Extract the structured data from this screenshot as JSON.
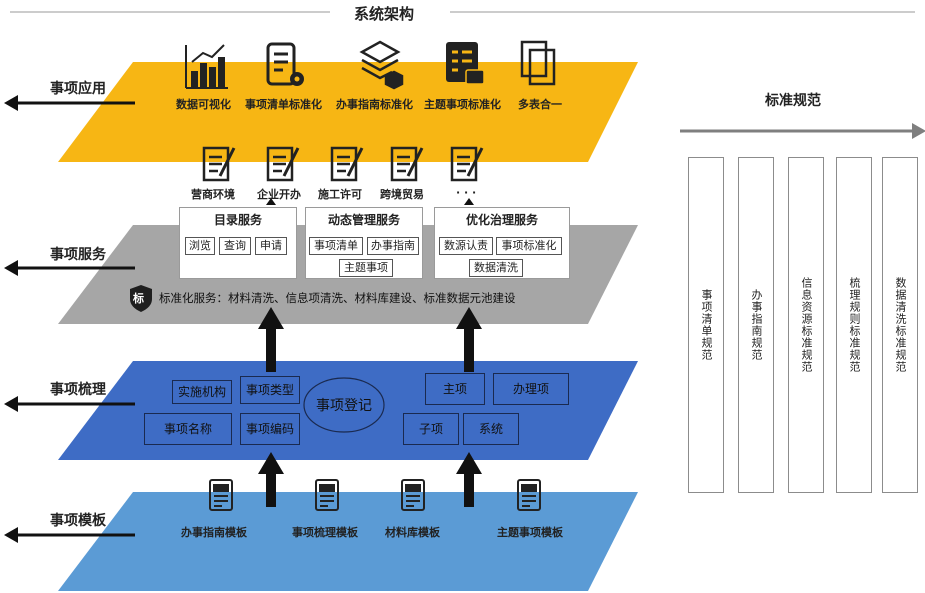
{
  "title": "系统架构",
  "layers": {
    "app": {
      "label": "事项应用",
      "items": [
        "数据可视化",
        "事项清单标准化",
        "办事指南标准化",
        "主题事项标准化",
        "多表合一"
      ],
      "docs": [
        "营商环境",
        "企业开办",
        "施工许可",
        "跨境贸易",
        "· · ·"
      ]
    },
    "service": {
      "label": "事项服务",
      "groups": [
        {
          "title": "目录服务",
          "tags": [
            "浏览",
            "查询",
            "申请"
          ]
        },
        {
          "title": "动态管理服务",
          "tags": [
            "事项清单",
            "办事指南",
            "主题事项"
          ]
        },
        {
          "title": "优化治理服务",
          "tags": [
            "数源认责",
            "事项标准化",
            "数据清洗"
          ]
        }
      ],
      "shield_char": "标",
      "standard_text": "标准化服务：材料清洗、信息项清洗、材料库建设、标准数据元池建设"
    },
    "combing": {
      "label": "事项梳理",
      "items": [
        "实施机构",
        "事项类型",
        "事项名称",
        "事项编码",
        "主项",
        "办理项",
        "子项",
        "系统"
      ],
      "center": "事项登记"
    },
    "template": {
      "label": "事项模板",
      "items": [
        "办事指南模板",
        "事项梳理模板",
        "材料库模板",
        "主题事项模板"
      ]
    }
  },
  "standards": {
    "title": "标准规范",
    "columns": [
      "事项清单规范",
      "办事指南规范",
      "信息资源标准规范",
      "梳理规则标准规范",
      "数据清洗标准规范"
    ]
  },
  "colors": {
    "app": "#f7b614",
    "service": "#a6a6a6",
    "combing": "#3e6cc5",
    "template": "#5b9bd5",
    "arrow": "#111111"
  }
}
